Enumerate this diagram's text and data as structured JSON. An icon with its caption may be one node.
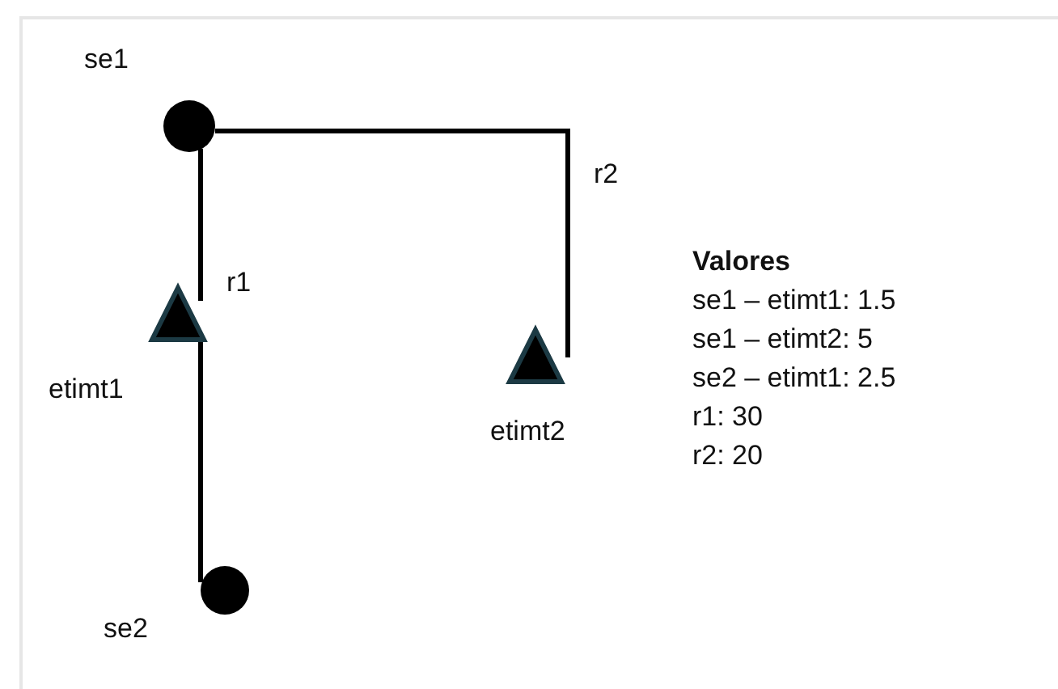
{
  "diagram": {
    "nodes": [
      {
        "text": [
          "se1"
        ]
      },
      {
        "text": [
          "etimt1"
        ]
      },
      {
        "text": [
          "etimt2"
        ]
      },
      {
        "text": [
          "se2"
        ]
      }
    ],
    "edges": [
      {
        "from": 0,
        "to": 1,
        "arrow": "none",
        "label": "r1"
      },
      {
        "from": 1,
        "to": 3,
        "arrow": "none"
      },
      {
        "from": 0,
        "to": 2,
        "arrow": "none",
        "label": "r2"
      }
    ],
    "labels": [
      "Valores",
      "se1 – etimt1: 1.5",
      "se1 – etimt2: 5",
      "se2 – etimt1: 2.5",
      "r1: 30",
      "r2: 20"
    ]
  }
}
